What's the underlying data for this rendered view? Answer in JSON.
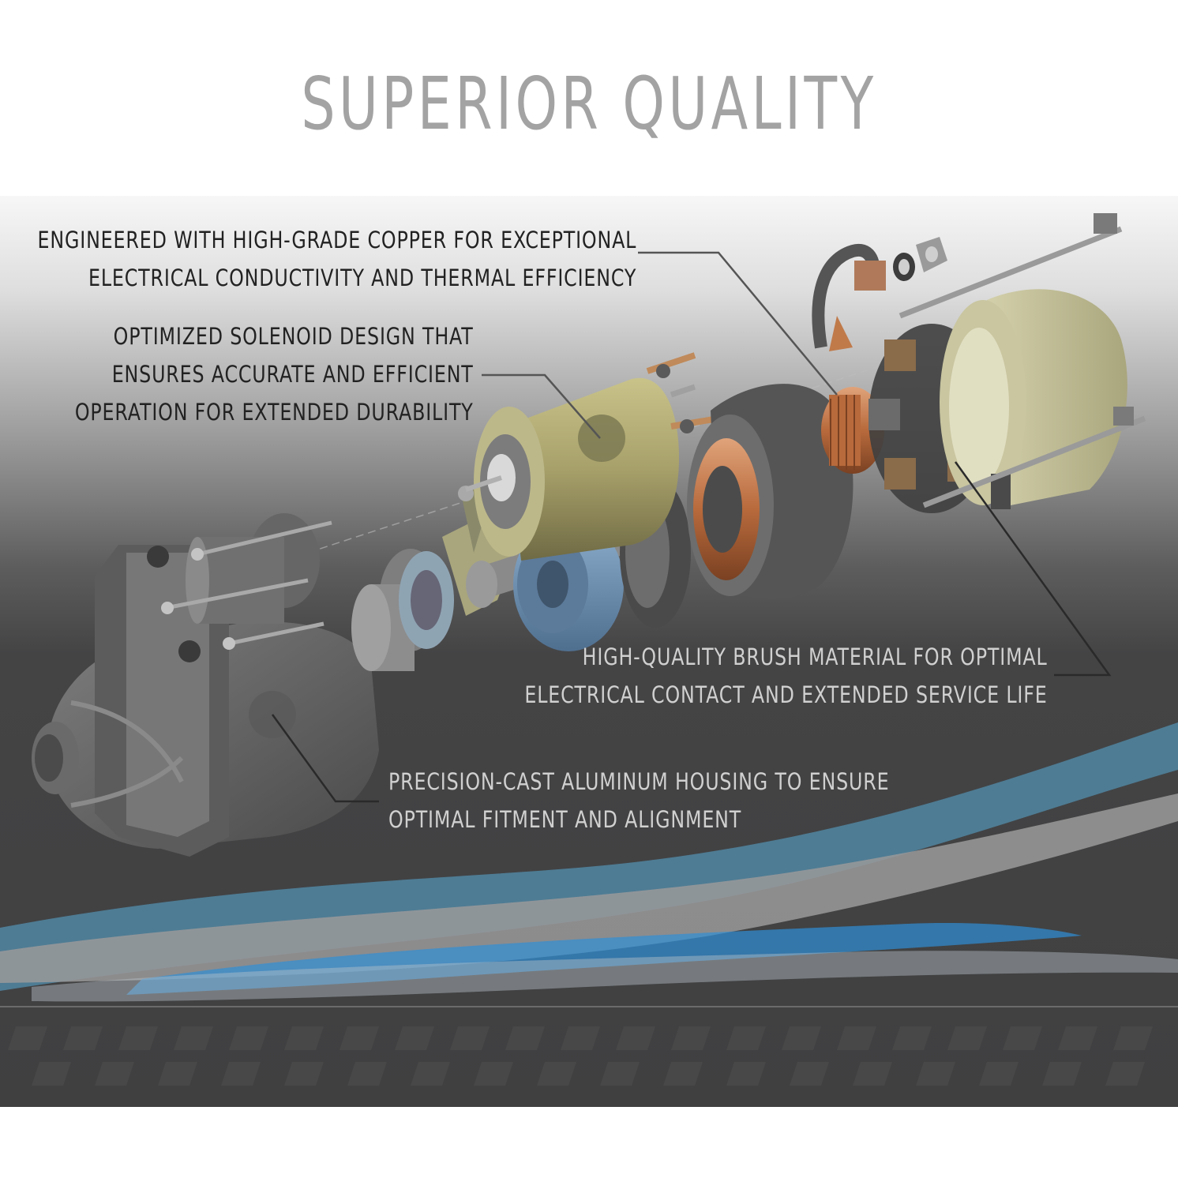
{
  "title": "SUPERIOR QUALITY",
  "callouts": {
    "copper": {
      "line1": "ENGINEERED WITH HIGH-GRADE COPPER FOR EXCEPTIONAL",
      "line2": "ELECTRICAL CONDUCTIVITY AND THERMAL EFFICIENCY"
    },
    "solenoid": {
      "line1": "OPTIMIZED SOLENOID DESIGN THAT",
      "line2": "ENSURES ACCURATE AND EFFICIENT",
      "line3": "OPERATION FOR EXTENDED DURABILITY"
    },
    "brush": {
      "line1": "HIGH-QUALITY BRUSH MATERIAL FOR OPTIMAL",
      "line2": "ELECTRICAL CONTACT AND EXTENDED SERVICE LIFE"
    },
    "housing": {
      "line1": "PRECISION-CAST ALUMINUM HOUSING TO ENSURE",
      "line2": "OPTIMAL FITMENT AND ALIGNMENT"
    }
  },
  "colors": {
    "title": "#a3a3a3",
    "accent_blue": "#4f7f99",
    "accent_bright_blue": "#2f8ed6",
    "background_dark": "#404041",
    "copper": "#b86a3c"
  }
}
